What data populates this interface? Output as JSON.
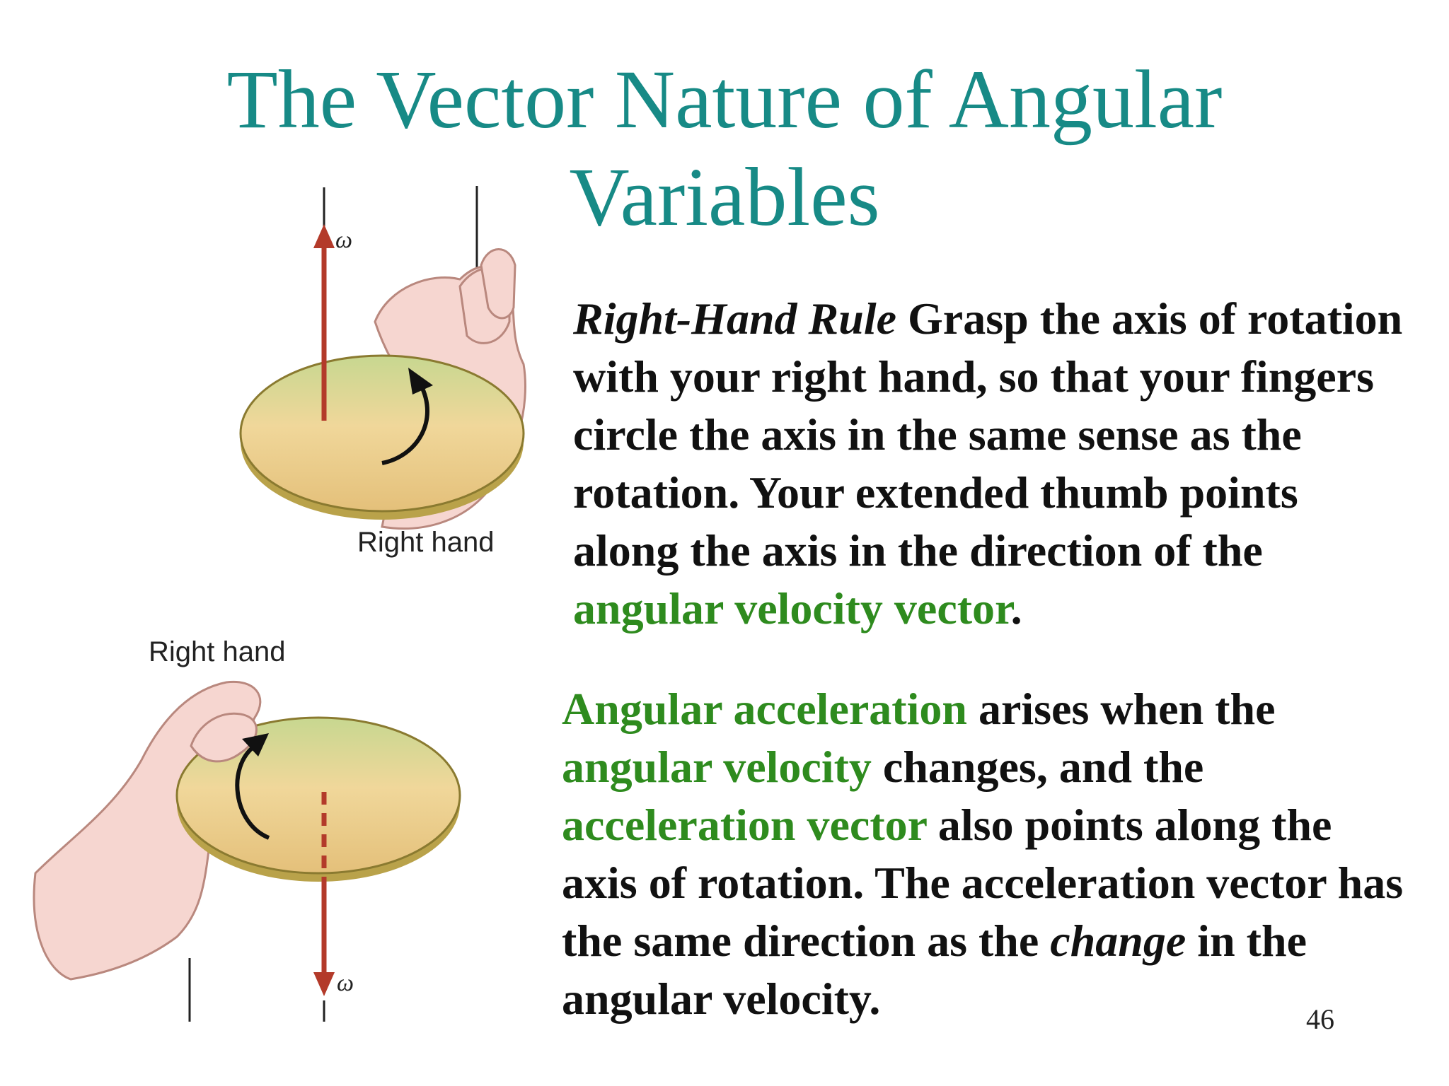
{
  "slide": {
    "title_line1": "The Vector Nature of Angular",
    "title_line2": "Variables",
    "page_number": "46"
  },
  "paragraph1": {
    "rule_name": "Right-Hand Rule",
    "text_a": " Grasp the axis of rotation with your right hand, so that your fingers circle the axis in the same sense as the rotation. Your extended thumb points along the axis in the direction of the ",
    "green_a": "angular velocity vector",
    "text_b": "."
  },
  "paragraph2": {
    "green_a": "Angular acceleration",
    "text_a": " arises when the ",
    "green_b": "angular velocity",
    "text_b": " changes, and the ",
    "green_c": "acceleration vector",
    "text_c": " also points along the axis of rotation. The acceleration vector has the same direction as the ",
    "em_a": "change",
    "text_d": " in the angular velocity."
  },
  "figure_top": {
    "label": "Right hand",
    "symbol": "ω"
  },
  "figure_bottom": {
    "label": "Right hand",
    "symbol": "ω"
  },
  "colors": {
    "title": "#178a86",
    "highlight": "#2e8b1e",
    "arrow": "#b33a2a",
    "disk": "#e8d48a"
  }
}
